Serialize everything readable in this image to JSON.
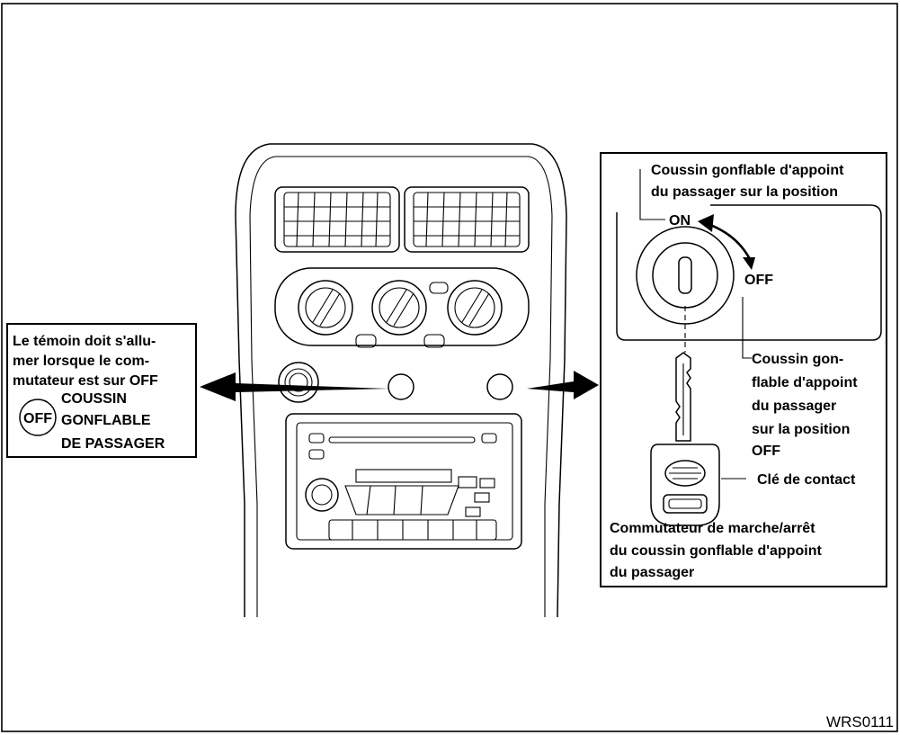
{
  "left_callout": {
    "lines": [
      "Le témoin doit s'allu-",
      "mer lorsque le com-",
      "mutateur est sur OFF"
    ],
    "indicator_label": "OFF",
    "indicator_text": [
      "COUSSIN",
      "GONFLABLE",
      "DE PASSAGER"
    ]
  },
  "right_callout": {
    "on_caption": [
      "Coussin gonflable d'appoint",
      "du passager sur la position"
    ],
    "on_label": "ON",
    "off_label": "OFF",
    "off_caption": [
      "Coussin gon-",
      "flable d'appoint",
      "du passager",
      "sur la position",
      "OFF"
    ],
    "key_label": "Clé de contact",
    "switch_caption": [
      "Commutateur de marche/arrêt",
      "du coussin gonflable d'appoint",
      "du passager"
    ]
  },
  "figure_code": "WRS0111"
}
